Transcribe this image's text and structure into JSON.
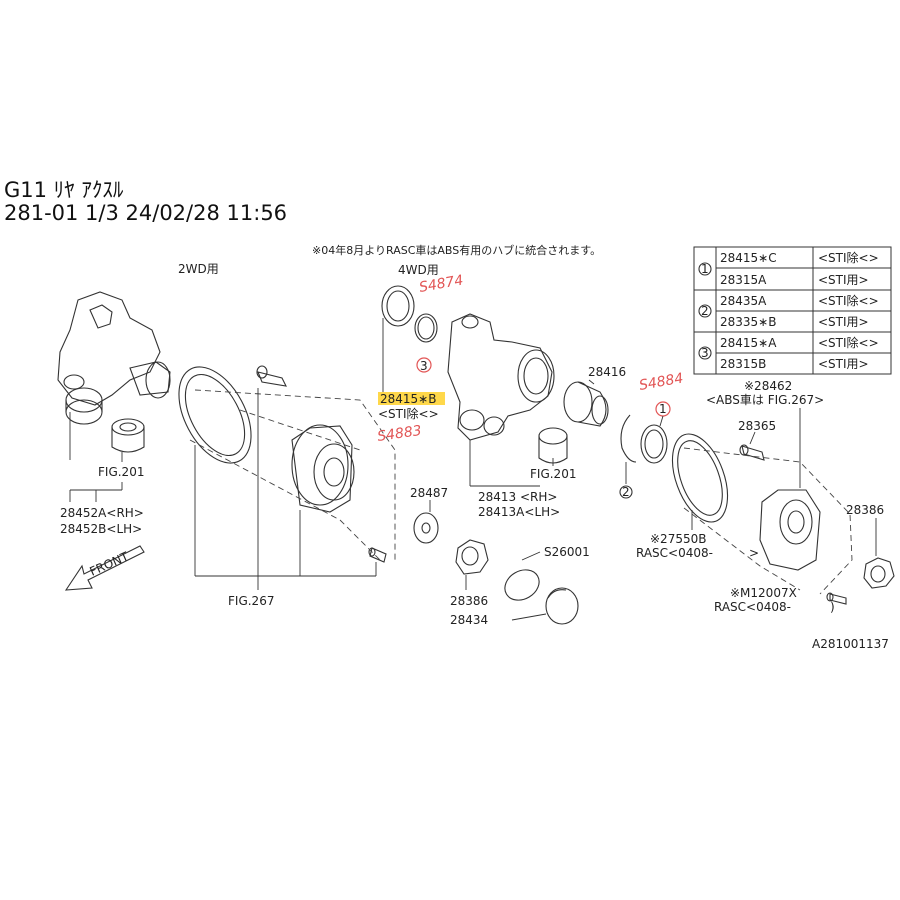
{
  "header": {
    "line1": "G11 ﾘﾔ ｱｸｽﾙ",
    "line2": "281-01 1/3 24/02/28 11:56"
  },
  "notice": "※04年8月よりRASC車はABS有用のハブに統合されます。",
  "section_2wd": "2WD用",
  "section_4wd": "4WD用",
  "front_label": "FRONT",
  "diagram_id": "A281001137",
  "legend_table": [
    {
      "num": "1",
      "rows": [
        [
          "28415∗C",
          "<STI除<>"
        ],
        [
          "28315A",
          "<STI用>"
        ]
      ]
    },
    {
      "num": "2",
      "rows": [
        [
          "28435A",
          "<STI除<>"
        ],
        [
          "28335∗B",
          "<STI用>"
        ]
      ]
    },
    {
      "num": "3",
      "rows": [
        [
          "28415∗A",
          "<STI除<>"
        ],
        [
          "28315B",
          "<STI用>"
        ]
      ]
    }
  ],
  "labels": {
    "fig201_left": "FIG.201",
    "p28452a": "28452A<RH>",
    "p28452b": "28452B<LH>",
    "fig267_left": "FIG.267",
    "p28415b": "28415∗B",
    "sti_excl": "<STI除<>",
    "p28416": "28416",
    "fig201_mid": "FIG.201",
    "p28413": "28413 <RH>",
    "p28413a": "28413A<LH>",
    "p28487": "28487",
    "s26001": "S26001",
    "p28386_mid": "28386",
    "p28434": "28434",
    "p28462": "※28462",
    "abs_note": "<ABS車は FIG.267>",
    "p28365": "28365",
    "p28386_right": "28386",
    "p27550b": "※27550B",
    "rasc1": "RASC<0408-",
    "rasc1_close": ">",
    "m12007": "※M12007X",
    "rasc2": "RASC<0408-",
    "rasc2_close": ")",
    "circ1": "1",
    "circ2": "2",
    "circ3": "3"
  },
  "handwritten": {
    "a": "S4874",
    "b": "S4883",
    "c": "S4884"
  },
  "highlight_color": "#ffd84a",
  "annotation_color": "#e25555"
}
